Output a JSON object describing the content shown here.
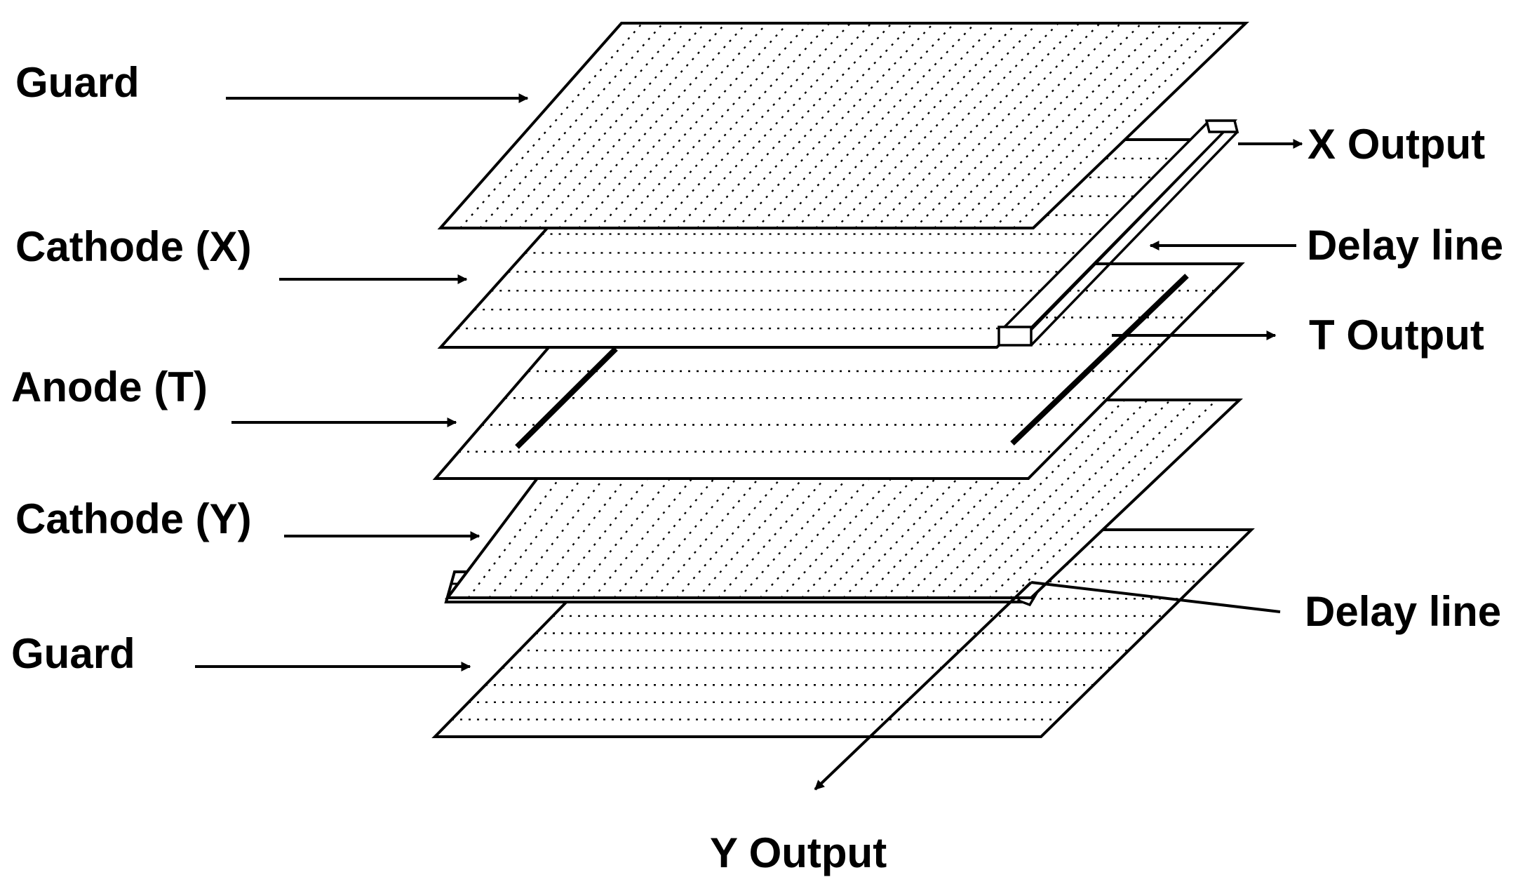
{
  "labels": {
    "guard_top": "Guard",
    "cathode_x": "Cathode (X)",
    "anode_t": "Anode (T)",
    "cathode_y": "Cathode (Y)",
    "guard_bottom": "Guard",
    "x_output": "X Output",
    "delay_line_x": "Delay line",
    "t_output": "T Output",
    "delay_line_y": "Delay line",
    "y_output": "Y Output"
  },
  "colors": {
    "ink": "#000000",
    "plane_fill": "#ffffff"
  }
}
